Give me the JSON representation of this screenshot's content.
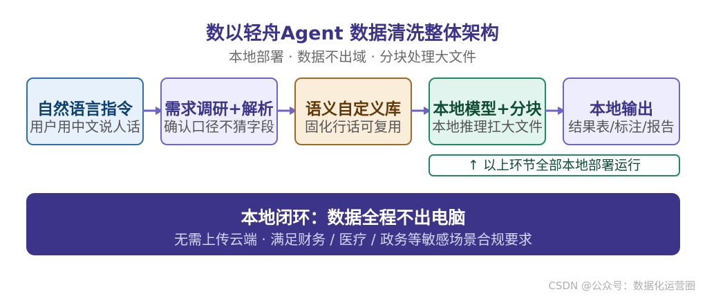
{
  "title": "数以轻舟Agent 数据清洗整体架构",
  "subtitle": "本地部署 · 数据不出域 · 分块处理大文件",
  "steps": [
    {
      "label": "自然语言指令",
      "desc": "用户用中文说人话"
    },
    {
      "label": "需求调研+解析",
      "desc": "确认口径不猜字段"
    },
    {
      "label": "语义自定义库",
      "desc": "固化行话可复用"
    },
    {
      "label": "本地模型+分块",
      "desc": "本地推理扛大文件"
    },
    {
      "label": "本地输出",
      "desc": "结果表/标注/报告"
    }
  ],
  "note": "↑ 以上环节全部本地部署运行",
  "banner": {
    "title": "本地闭环：数据全程不出电脑",
    "subtitle": "无需上传云端 · 满足财务 / 医疗 / 政务等敏感场景合规要求"
  },
  "watermark": "CSDN @公众号：数据化运营圈",
  "colors": {
    "primary": "#3b3489",
    "arrow": "#6d64c8",
    "blue": "#2d6fae",
    "orange": "#9c6a22",
    "green": "#1f8a60"
  }
}
